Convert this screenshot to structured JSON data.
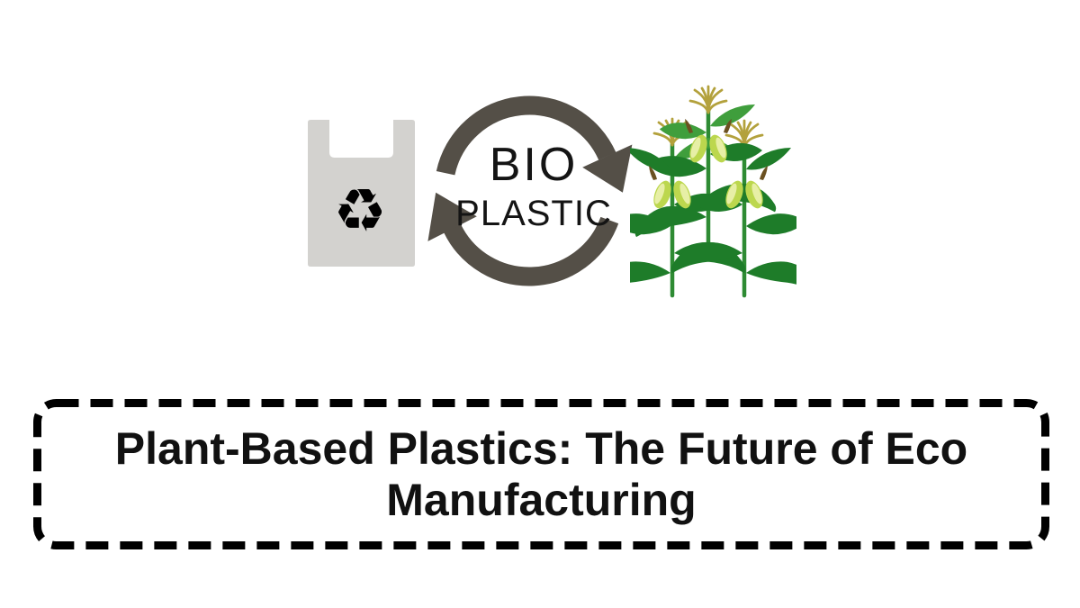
{
  "banner": {
    "lines": [
      "Plant-Based Plastics: The Future of Eco",
      "Manufacturing"
    ],
    "border_color": "#000000",
    "text_color": "#111111"
  },
  "illustration": {
    "bag": {
      "fill": "#d3d2cf",
      "recycle_symbol": "♻",
      "symbol_color": "#000000"
    },
    "cycle": {
      "arrow_color": "#544f47",
      "line1": "BIO",
      "line2": "PLASTIC",
      "text_color": "#141414"
    },
    "corn": {
      "stalk": "#2e8b33",
      "leaf_dark": "#1e7c29",
      "leaf_mid": "#3f9e3c",
      "cob": "#bcd74e",
      "cob_highlight": "#e7efa6",
      "husk": "#6b5121",
      "tassel": "#b3a13c"
    }
  }
}
